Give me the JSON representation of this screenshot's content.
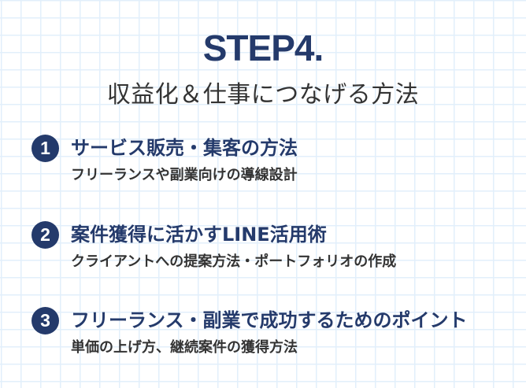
{
  "header": {
    "step": "STEP4.",
    "subtitle": "収益化＆仕事につなげる方法"
  },
  "items": [
    {
      "number": "1",
      "title": "サービス販売・集客の方法",
      "description": "フリーランスや副業向けの導線設計"
    },
    {
      "number": "2",
      "title": "案件獲得に活かすLINE活用術",
      "description": "クライアントへの提案方法・ポートフォリオの作成"
    },
    {
      "number": "3",
      "title": "フリーランス・副業で成功するためのポイント",
      "description": "単価の上げ方、継続案件の獲得方法"
    }
  ],
  "colors": {
    "accent": "#243a6b",
    "text": "#333333",
    "grid": "#e2effb",
    "background": "#ffffff"
  }
}
